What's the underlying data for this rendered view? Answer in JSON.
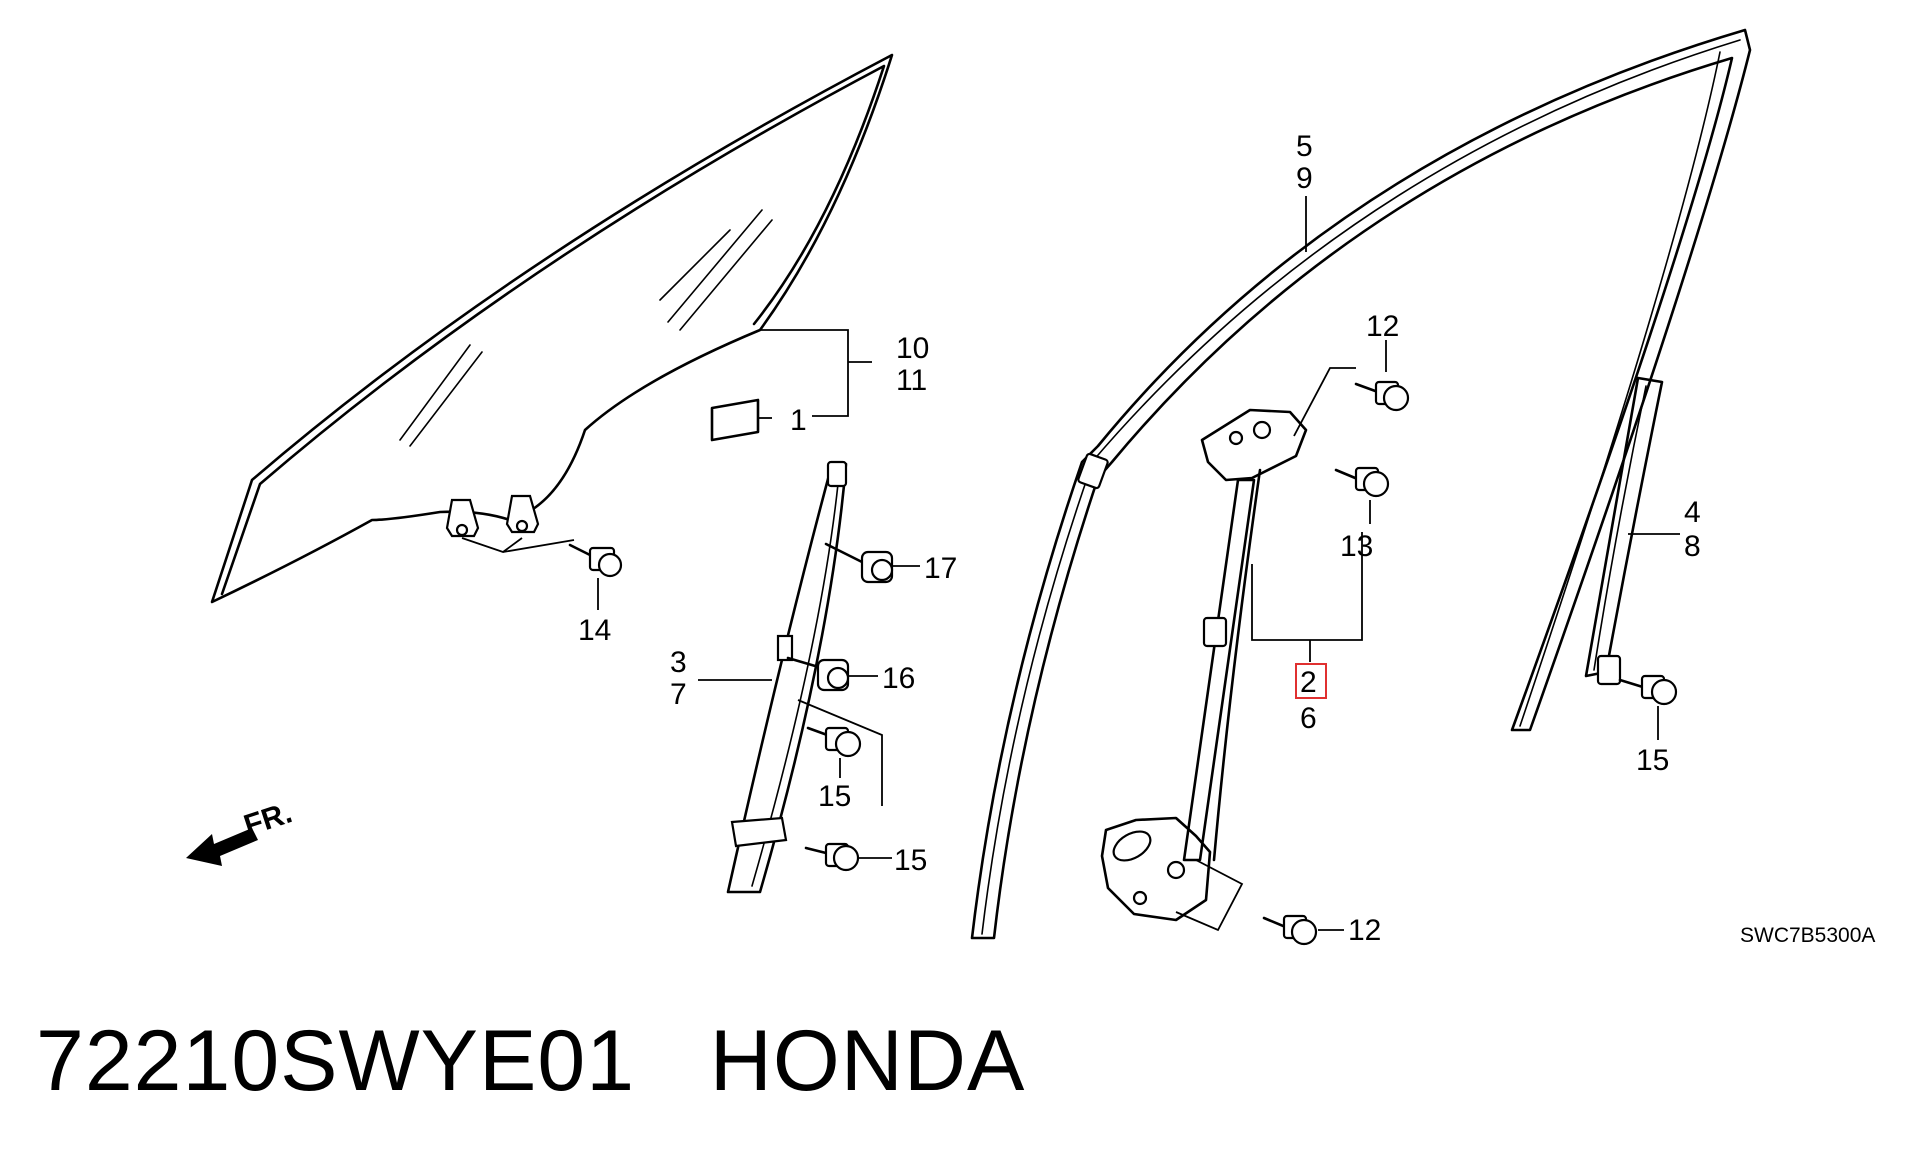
{
  "diagram": {
    "callouts": {
      "c5": "5",
      "c9": "9",
      "c10": "10",
      "c11": "11",
      "c1": "1",
      "c12a": "12",
      "c13": "13",
      "c17": "17",
      "c16": "16",
      "c3": "3",
      "c7": "7",
      "c15a": "15",
      "c15b": "15",
      "c14": "14",
      "c2": "2",
      "c6": "6",
      "c4": "4",
      "c8": "8",
      "c15c": "15",
      "c12b": "12"
    },
    "direction_label": "FR.",
    "drawing_code": "SWC7B5300A",
    "highlight_color": "#e03030"
  },
  "caption": {
    "text": "72210SWYE01   HONDA"
  }
}
